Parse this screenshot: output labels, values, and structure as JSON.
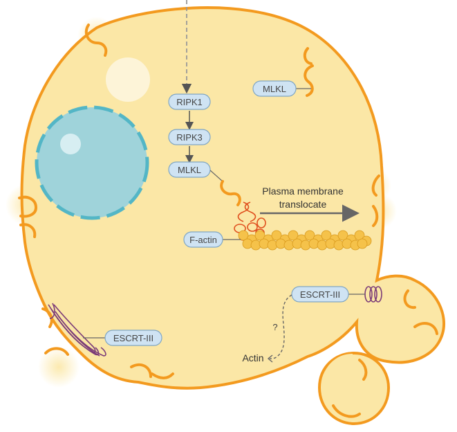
{
  "labels": {
    "ripk1": "RIPK1",
    "ripk3": "RIPK3",
    "mlkl_cascade": "MLKL",
    "mlkl_membrane": "MLKL",
    "f_actin": "F-actin",
    "escrt_left": "ESCRT-III",
    "escrt_right": "ESCRT-III",
    "plasma_line1": "Plasma membrane",
    "plasma_line2": "translocate",
    "question": "?",
    "actin": "Actin"
  },
  "colors": {
    "cytoplasm": "#fbe7a6",
    "membrane": "#f39a1f",
    "nucleus": "#9fd3da",
    "nucleus_border": "#53b6c6",
    "pill_fill": "#cfe3f3",
    "pill_stroke": "#7fa6c4",
    "actin_bead": "#f5c24a",
    "escrt_spiral": "#7a3a78",
    "mlkl_oligomer": "#e0501f",
    "arrow": "#666666"
  },
  "icons": [
    "mlkl-oligomer-icon",
    "escrt-spiral-icon",
    "membrane-pore-icon",
    "actin-filament-icon"
  ]
}
